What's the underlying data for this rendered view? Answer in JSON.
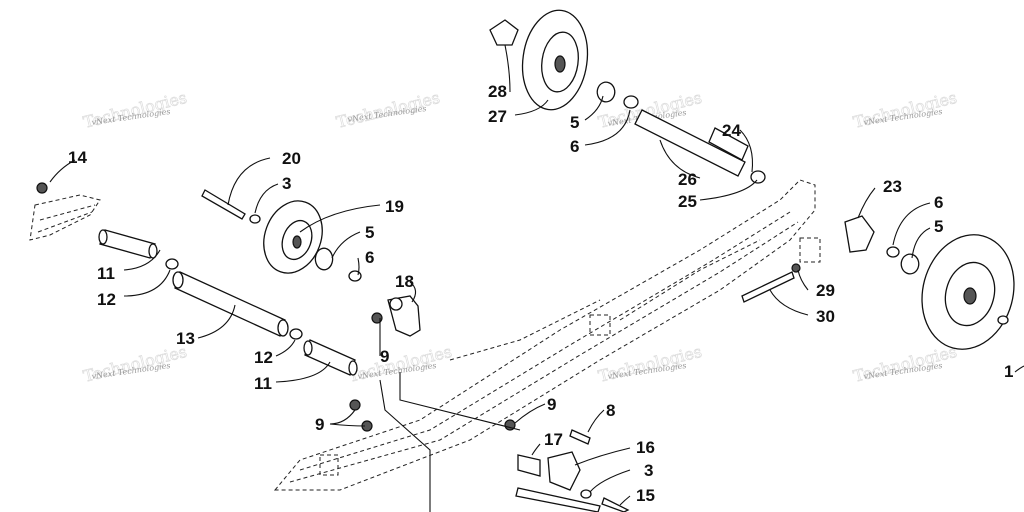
{
  "watermark_text": "vNext Technologies",
  "callouts": {
    "c1": "1",
    "c3a": "3",
    "c3b": "3",
    "c5a": "5",
    "c5b": "5",
    "c5c": "5",
    "c6a": "6",
    "c6b": "6",
    "c6c": "6",
    "c8": "8",
    "c9a": "9",
    "c9b": "9",
    "c9c": "9",
    "c11a": "11",
    "c11b": "11",
    "c12a": "12",
    "c12b": "12",
    "c13": "13",
    "c14": "14",
    "c15": "15",
    "c16": "16",
    "c17": "17",
    "c18": "18",
    "c19": "19",
    "c20": "20",
    "c23": "23",
    "c24": "24",
    "c25": "25",
    "c26": "26",
    "c27": "27",
    "c28": "28",
    "c29": "29",
    "c30": "30"
  }
}
